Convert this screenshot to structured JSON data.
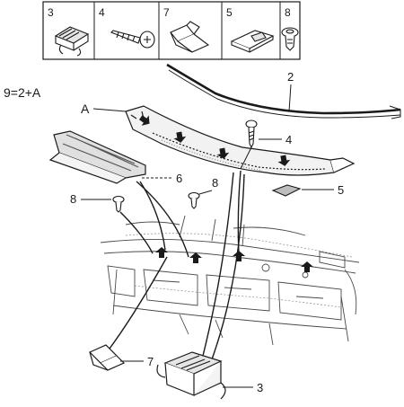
{
  "legend": [
    {
      "number": "3",
      "icon": "spring-clip-icon"
    },
    {
      "number": "4",
      "icon": "screw-icon"
    },
    {
      "number": "7",
      "icon": "retainer-clip-icon"
    },
    {
      "number": "5",
      "icon": "flat-clip-icon"
    },
    {
      "number": "8",
      "icon": "push-pin-icon"
    }
  ],
  "formula": "9=2+A",
  "callouts": {
    "a": "A",
    "part_2": "2",
    "part_3": "3",
    "part_4": "4",
    "part_5": "5",
    "part_6": "6",
    "part_7": "7",
    "part_8_left": "8",
    "part_8_right": "8"
  },
  "colors": {
    "line": "#1a1a1a",
    "background": "#ffffff",
    "shade": "#bdbdbd"
  }
}
